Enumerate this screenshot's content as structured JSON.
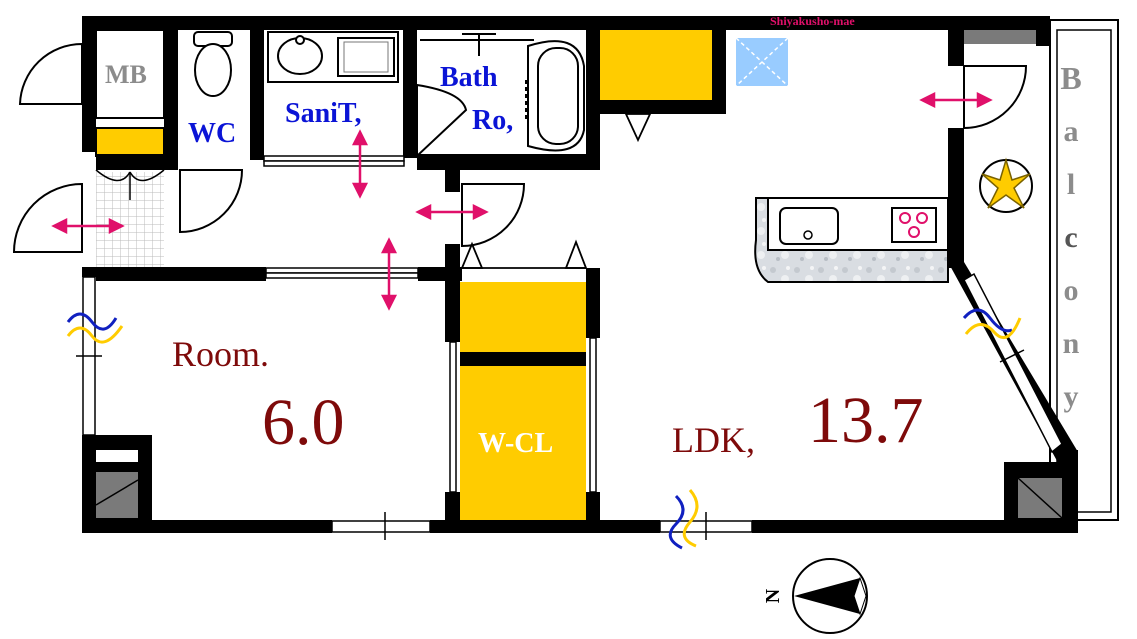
{
  "labels": {
    "mb": "MB",
    "wc": "WC",
    "sanitary": "SaniT,",
    "bath_line1": "Bath",
    "bath_line2": "Ro,",
    "room_name": "Room.",
    "room_size": "6.0",
    "wcl": "W-CL",
    "ldk_name": "LDK,",
    "ldk_size": "13.7",
    "station": "Shiyakusho-mae",
    "balcony_letters": [
      "B",
      "a",
      "l",
      "c",
      "o",
      "n",
      "y"
    ],
    "compass_letter": "N"
  },
  "colors": {
    "wall": "#000000",
    "storage": "#ffcc00",
    "arrow": "#e0106a",
    "room_text": "#7e0a0a",
    "wet_text": "#0b14d6",
    "gray_text": "#8c8c8c",
    "skylight": "#99ccff",
    "vent_blue": "#1020c0",
    "vent_yellow": "#ffcc00"
  },
  "icons": [
    "toilet-icon",
    "washbasin-icon",
    "bathtub-icon",
    "shower-icon",
    "sink-icon",
    "stove-icon",
    "skylight-icon",
    "aircon-unit-icon",
    "fan-icon",
    "compass-icon",
    "door-swing-icon",
    "sliding-door-icon",
    "vent-symbol-icon",
    "double-arrow-icon"
  ]
}
